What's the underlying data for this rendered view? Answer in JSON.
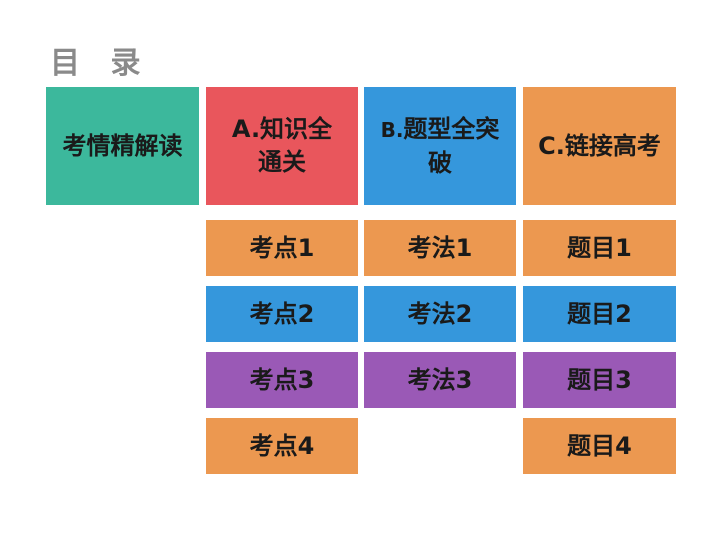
{
  "page": {
    "title": "目 录"
  },
  "colors": {
    "teal": "#3cb89c",
    "red": "#e9565c",
    "blue": "#3597dc",
    "orange": "#ec9850",
    "purple": "#9a59b6"
  },
  "headers": [
    {
      "label": "考情精解读",
      "color": "#3cb89c"
    },
    {
      "label": "A.知识全通关",
      "color": "#e9565c"
    },
    {
      "prefix": "B.",
      "label": "题型全突破",
      "color": "#3597dc"
    },
    {
      "label": "C.链接高考",
      "color": "#ec9850"
    }
  ],
  "columns": {
    "knowledge": [
      {
        "label": "考点1",
        "color": "#ec9850"
      },
      {
        "label": "考点2",
        "color": "#3597dc"
      },
      {
        "label": "考点3",
        "color": "#9a59b6"
      },
      {
        "label": "考点4",
        "color": "#ec9850"
      }
    ],
    "methods": [
      {
        "label": "考法1",
        "color": "#ec9850"
      },
      {
        "label": "考法2",
        "color": "#3597dc"
      },
      {
        "label": "考法3",
        "color": "#9a59b6"
      }
    ],
    "exam": [
      {
        "label": "题目1",
        "color": "#ec9850"
      },
      {
        "label": "题目2",
        "color": "#3597dc"
      },
      {
        "label": "题目3",
        "color": "#9a59b6"
      },
      {
        "label": "题目4",
        "color": "#ec9850"
      }
    ]
  }
}
